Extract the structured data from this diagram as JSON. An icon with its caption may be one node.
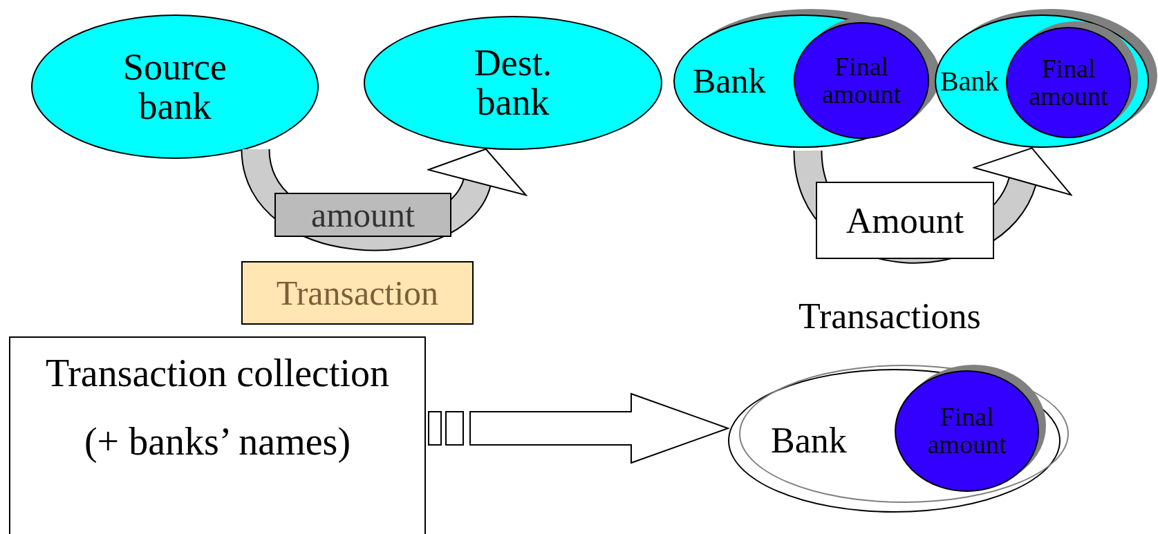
{
  "diagram": {
    "nodes": [
      {
        "text": [
          "Source bank"
        ]
      },
      {
        "text": [
          "Dest. bank"
        ]
      },
      {
        "text": [
          "Transaction"
        ]
      },
      {
        "text": [
          "Transaction collection",
          "(+ banks’ names)"
        ]
      },
      {
        "text": [
          "Bank"
        ]
      },
      {
        "text": [
          "Final amount"
        ],
        "in": 4
      },
      {
        "text": [
          "Bank"
        ]
      },
      {
        "text": [
          "Final amount"
        ],
        "in": 6
      },
      {
        "text": [
          "Bank"
        ]
      },
      {
        "text": [
          "Final amount"
        ],
        "in": 8
      }
    ],
    "edges": [
      {
        "from": 0,
        "to": 1,
        "arrow": "to",
        "label": "amount"
      },
      {
        "from": 4,
        "to": 6,
        "arrow": "to",
        "label": "Amount"
      },
      {
        "from": 3,
        "to": 8,
        "arrow": "to",
        "style": "thick"
      }
    ],
    "labels": [
      "Transactions"
    ]
  }
}
